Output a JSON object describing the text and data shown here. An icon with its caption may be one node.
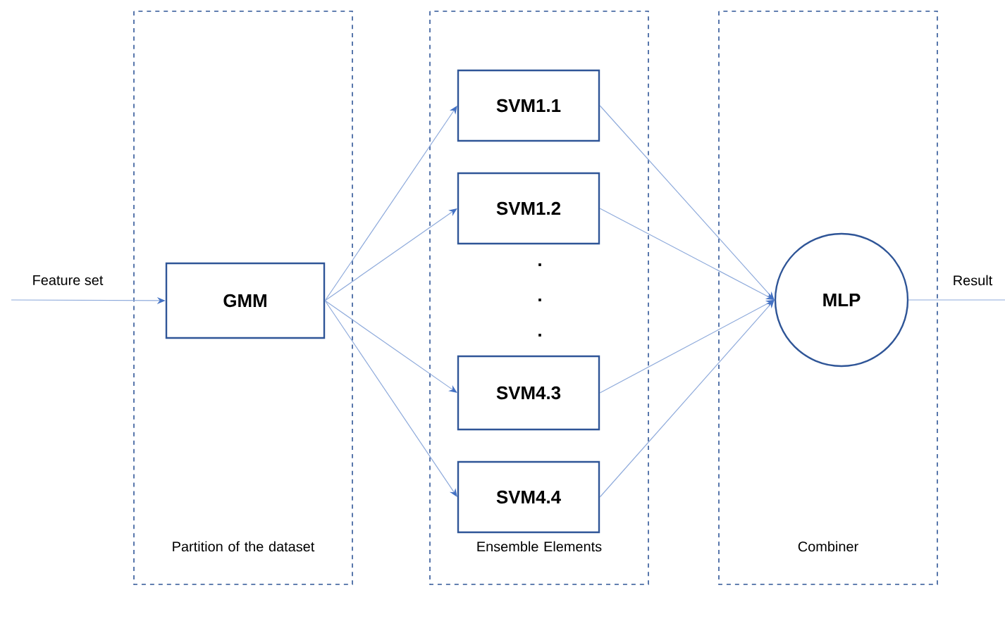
{
  "diagram": {
    "nodes": [
      {
        "text": [
          "Partition of the dataset"
        ]
      },
      {
        "text": [
          "Ensemble Elements"
        ]
      },
      {
        "text": [
          "Combiner"
        ]
      },
      {
        "text": [
          "GMM"
        ],
        "in": 0
      },
      {
        "text": [
          "SVM1.1"
        ],
        "in": 1
      },
      {
        "text": [
          "SVM1.2"
        ],
        "in": 1
      },
      {
        "text": [
          "SVM4.3"
        ],
        "in": 1
      },
      {
        "text": [
          "SVM4.4"
        ],
        "in": 1
      },
      {
        "text": [
          "MLP"
        ],
        "in": 2
      }
    ],
    "edges": [
      {
        "from": null,
        "to": 3,
        "arrow": "to",
        "label": "Feature set"
      },
      {
        "from": 3,
        "to": 4,
        "arrow": "to"
      },
      {
        "from": 3,
        "to": 5,
        "arrow": "to"
      },
      {
        "from": 3,
        "to": 6,
        "arrow": "to"
      },
      {
        "from": 3,
        "to": 7,
        "arrow": "to"
      },
      {
        "from": 4,
        "to": 8,
        "arrow": "to"
      },
      {
        "from": 5,
        "to": 8,
        "arrow": "to"
      },
      {
        "from": 6,
        "to": 8,
        "arrow": "to"
      },
      {
        "from": 7,
        "to": 8,
        "arrow": "to"
      },
      {
        "from": 8,
        "to": null,
        "arrow": "none",
        "label": "Result"
      }
    ],
    "labels": [
      ".",
      ".",
      "."
    ]
  }
}
